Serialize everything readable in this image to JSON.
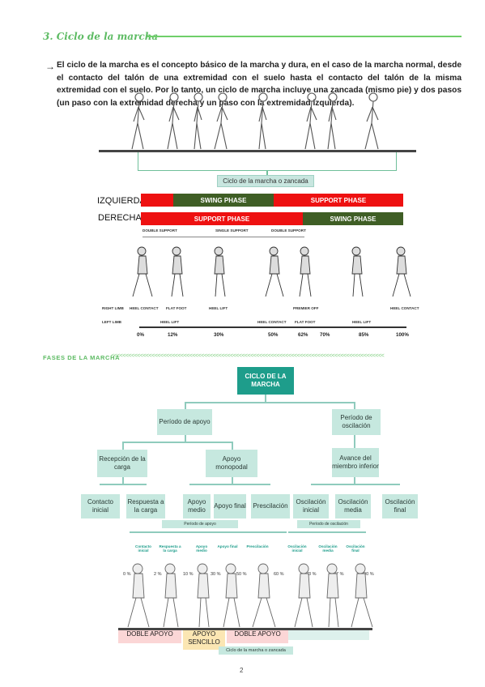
{
  "section": {
    "number": "3.",
    "title": "Ciclo de la marcha"
  },
  "paragraph": {
    "bullet": "→",
    "text": "El ciclo de la marcha es el concepto básico de la marcha y dura, en el caso de la marcha normal, desde el contacto del talón de una extremidad con el suelo hasta el contacto del talón de la misma extremidad con el suelo. Por lo tanto, un ciclo de marcha incluye una zancada (mismo pie) y dos pasos (un paso con la extremidad derecha y un paso con la extremidad izquierda)."
  },
  "figure1": {
    "caption": "Ciclo de la marcha o zancada"
  },
  "figure2": {
    "left_label": "IZQUIERDA",
    "right_label": "DERECHA",
    "left_bars": [
      "SWING PHASE",
      "SUPPORT PHASE"
    ],
    "right_bars": [
      "SUPPORT PHASE",
      "SWING PHASE"
    ],
    "support_labels": [
      "DOUBLE SUPPORT",
      "SINGLE SUPPORT",
      "DOUBLE SUPPORT"
    ],
    "event_labels": [
      "RIGHT LIMB",
      "HEEL CONTACT",
      "FLAT FOOT",
      "HEEL LIFT",
      "PREMIER OFF",
      "HEEL CONTACT"
    ],
    "event_labels_2": [
      "LEFT LIMB",
      "HEEL LIFT",
      "HEEL CONTACT",
      "FLAT FOOT",
      "HEEL LIFT"
    ],
    "percents": [
      "0%",
      "12%",
      "30%",
      "50%",
      "62%",
      "70%",
      "85%",
      "100%"
    ],
    "colors": {
      "red": "#ee1111",
      "green": "#3f5e25"
    }
  },
  "fases": {
    "title": "FASES DE LA MARCHA",
    "tree": {
      "root": "CICLO DE LA MARCHA",
      "level1": [
        "Período de apoyo",
        "Período de oscilación"
      ],
      "level2": [
        "Recepción de la carga",
        "Apoyo monopodal",
        "Avance del miembro inferior"
      ],
      "level3": [
        "Contacto inicial",
        "Respuesta a la carga",
        "Apoyo medio",
        "Apoyo final",
        "Prescilación",
        "Oscilación inicial",
        "Oscilación media",
        "Oscilación final"
      ]
    },
    "lower": {
      "periodo_apoyo": "Período de apoyo",
      "periodo_oscilacion": "Período de oscilación",
      "columns": [
        "Contacto inicial",
        "Respuesta a la carga",
        "Apoyo medio",
        "Apoyo final",
        "Prescilación",
        "Oscilación inicial",
        "Oscilación media",
        "Oscilación final"
      ],
      "percents": [
        "0 %",
        "2 %",
        "10 %",
        "30 %",
        "50 %",
        "60 %",
        "73 %",
        "87 %",
        "100 %"
      ],
      "phases": [
        "DOBLE APOYO",
        "APOYO SENCILLO",
        "DOBLE APOYO"
      ],
      "caption": "Ciclo de la marcha o zancada"
    }
  },
  "page_number": "2"
}
